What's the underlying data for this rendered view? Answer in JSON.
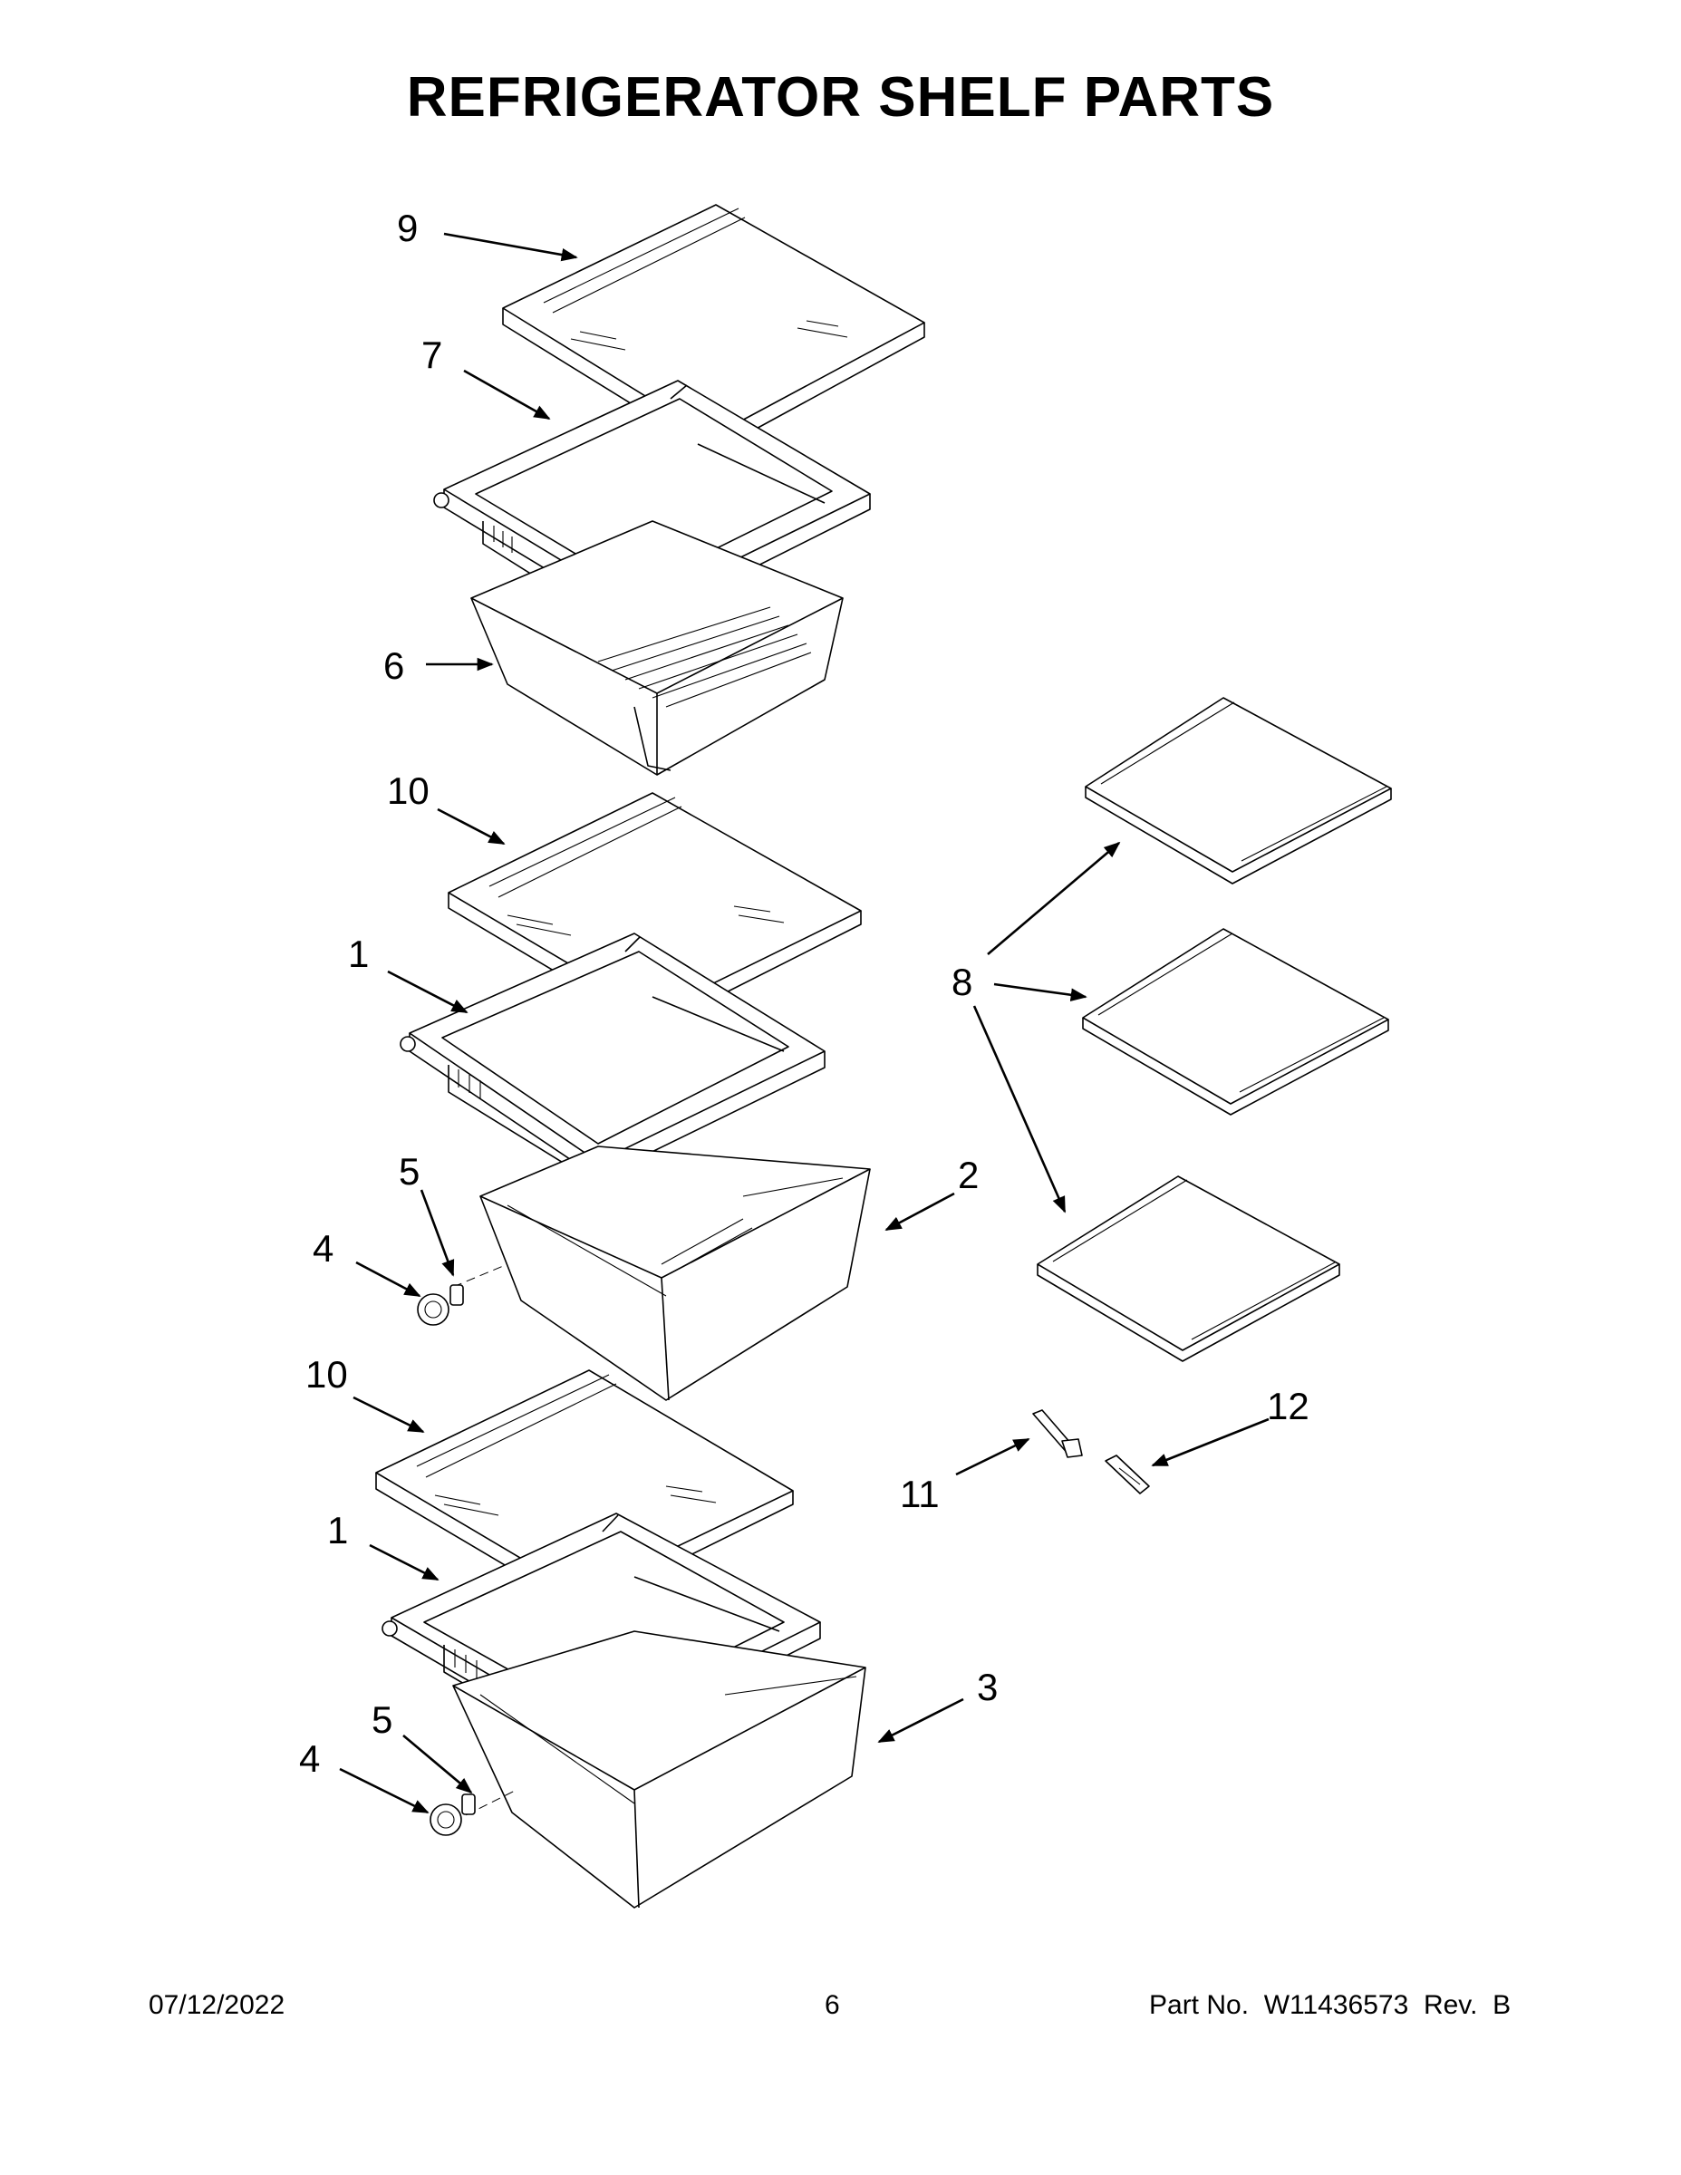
{
  "title": "REFRIGERATOR SHELF PARTS",
  "callouts": [
    "1",
    "1",
    "2",
    "3",
    "4",
    "4",
    "5",
    "5",
    "6",
    "7",
    "8",
    "9",
    "10",
    "10",
    "11",
    "12"
  ],
  "parts": [
    {
      "callout": "9",
      "icon": "glass-shelf-icon"
    },
    {
      "callout": "7",
      "icon": "shelf-frame-icon"
    },
    {
      "callout": "6",
      "icon": "deli-drawer-icon"
    },
    {
      "callout": "10",
      "icon": "glass-shelf-icon"
    },
    {
      "callout": "1",
      "icon": "shelf-frame-icon"
    },
    {
      "callout": "2",
      "icon": "crisper-drawer-icon"
    },
    {
      "callout": "3",
      "icon": "crisper-drawer-icon"
    },
    {
      "callout": "4",
      "icon": "humidity-control-icon"
    },
    {
      "callout": "5",
      "icon": "humidity-knob-icon"
    },
    {
      "callout": "8",
      "icon": "shelf-assembly-icon"
    },
    {
      "callout": "11",
      "icon": "shelf-clip-icon"
    },
    {
      "callout": "12",
      "icon": "shelf-clip-icon"
    }
  ],
  "footer": {
    "date": "07/12/2022",
    "page": "6",
    "part_no": "Part No.  W11436573  Rev.  B"
  }
}
